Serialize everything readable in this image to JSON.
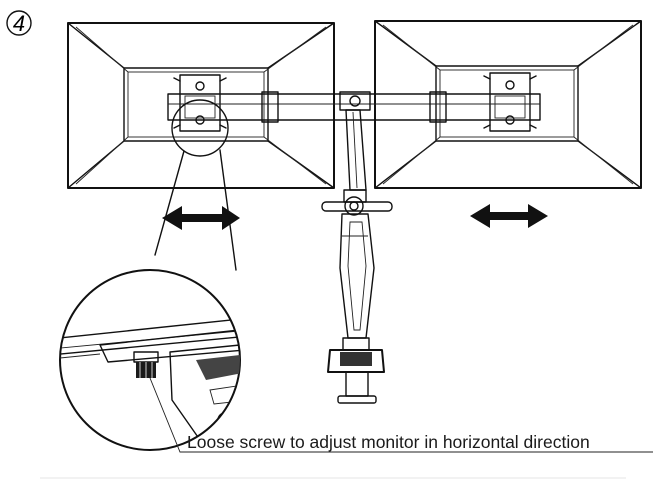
{
  "diagram": {
    "step_number": "4",
    "caption": "Loose screw to adjust monitor in horizontal direction"
  },
  "parts": {
    "left_monitor": "monitor-back",
    "right_monitor": "monitor-back",
    "detail_view": "magnified-screw-detail",
    "arrows": "double-headed-arrow-icon"
  }
}
